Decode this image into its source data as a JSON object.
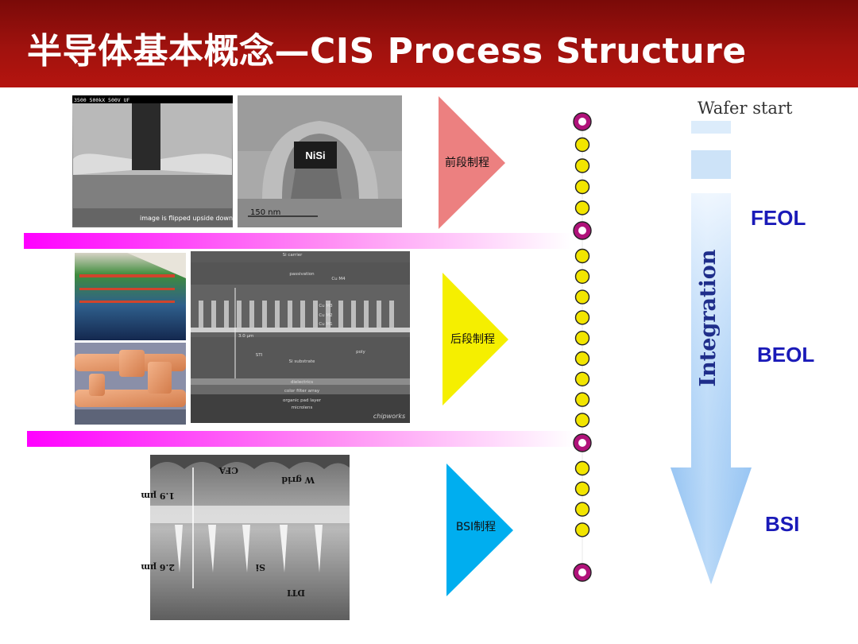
{
  "title": "半导体基本概念—CIS Process Structure",
  "images": {
    "sem_feol": {
      "caption": "image is flipped upside down",
      "top_text": "3500 500kX 500V UF"
    },
    "tem_feol": {
      "label": "NiSi",
      "scale": "150 nm"
    },
    "sem_beol": {
      "labels": [
        "Si carrier",
        "passivation",
        "Cu M4",
        "Cu M3",
        "Cu M2",
        "Cu M1",
        "STI",
        "poly",
        "Si substrate",
        "dielectrics",
        "color filter array",
        "organic pad layer",
        "microlens",
        "chipworks"
      ],
      "dimension": "3.0 µm"
    },
    "sem_bsi": {
      "labels": [
        "CFA",
        "W grid",
        "1.9 µm",
        "2.6 µm",
        "Si",
        "DTI"
      ]
    }
  },
  "process_steps": [
    {
      "label": "前段制程",
      "color": "#ec8080"
    },
    {
      "label": "后段制程",
      "color": "#f5ef00"
    },
    {
      "label": "BSI制程",
      "color": "#00aeef"
    }
  ],
  "timeline": {
    "dot_color": "#f2e500",
    "milestone_color": "#b0127a"
  },
  "arrow": {
    "start_label": "Wafer start",
    "text": "Integration"
  },
  "stage_labels": [
    "FEOL",
    "BEOL",
    "BSI"
  ],
  "colors": {
    "header": "#a0120e",
    "divider": "#ff00ff",
    "stage_label": "#1a1ab8"
  }
}
